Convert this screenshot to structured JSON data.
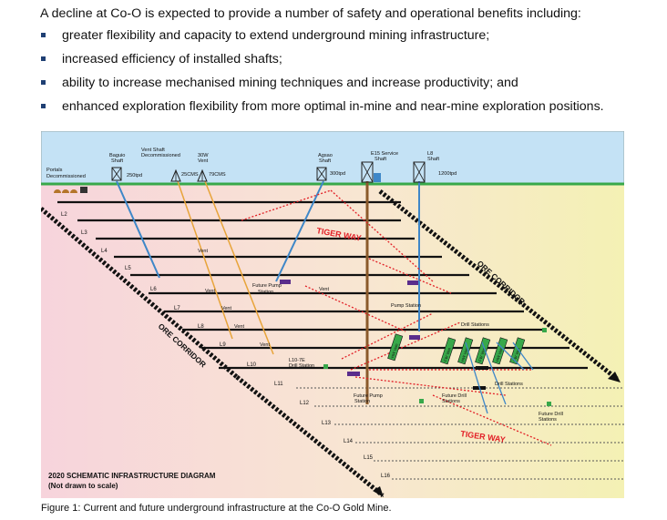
{
  "intro": "A decline at Co-O is expected to provide a number of safety and operational benefits including:",
  "bullets": [
    "greater flexibility and capacity to extend underground mining infrastructure;",
    "increased efficiency of installed shafts;",
    "ability to increase mechanised mining techniques and increase productivity; and",
    "enhanced exploration flexibility from more optimal in-mine and near-mine exploration positions."
  ],
  "diagram": {
    "portals_label": [
      "Portals",
      "Decommissioned"
    ],
    "baguio": {
      "name": [
        "Baguio",
        "Shaft"
      ],
      "rate": "250tpd"
    },
    "vent_shaft": {
      "name": [
        "Vent Shaft",
        "Decommissioned"
      ],
      "rate": "25CMS"
    },
    "w30": {
      "name": [
        "30W",
        "Vent"
      ],
      "rate": "79CMS"
    },
    "agsao": {
      "name": [
        "Agsao",
        "Shaft"
      ],
      "rate": "300tpd"
    },
    "e15": {
      "name": [
        "E15 Service",
        "Shaft"
      ]
    },
    "l8_shaft": {
      "name": [
        "L8",
        "Shaft"
      ],
      "rate": "1200tpd"
    },
    "levels": [
      "L2",
      "L3",
      "L4",
      "L5",
      "L6",
      "L7",
      "L8",
      "L9",
      "L10",
      "L11",
      "L12",
      "L13",
      "L14",
      "L15",
      "L16"
    ],
    "vent_labels": [
      "Vent",
      "Vent",
      "Vent",
      "Vent",
      "Vent",
      "Vent"
    ],
    "future_pump_station": [
      "Future Pump",
      "Station"
    ],
    "future_pump_station_2": [
      "Future Pump",
      "Station"
    ],
    "pump_station": "Pump Station",
    "drill_stations_top": "Drill Stations",
    "drill_stations_mid": "Drill Stations",
    "drill_station_l10": [
      "L10-7E",
      "Drill Station"
    ],
    "future_drill_stations_1": [
      "Future Drill",
      "Stations"
    ],
    "future_drill_stations_2": [
      "Future Drill",
      "Stations"
    ],
    "tiger_way": "TIGER WAY",
    "ore_corridor": "ORE CORRIDOR",
    "hw_labels": [
      "HW Vein",
      "FW Vein",
      "HW Vein",
      "FW Vein",
      "HW Vein",
      "FW Vein"
    ],
    "title": "2020 SCHEMATIC INFRASTRUCTURE DIAGRAM",
    "subtitle": "(Not drawn to scale)"
  },
  "caption": "Figure 1: Current and future underground infrastructure at the Co-O Gold Mine.",
  "colors": {
    "sky": "#c4e2f5",
    "ground_green": "#38a84a",
    "pink": "#f7d6dd",
    "yellow": "#f4f0b8",
    "shaft_blue": "#3e87c8",
    "vent_orange": "#e8a43a",
    "brown": "#8b5a2b",
    "tiger_red": "#e21f26",
    "level_black": "#111111"
  }
}
